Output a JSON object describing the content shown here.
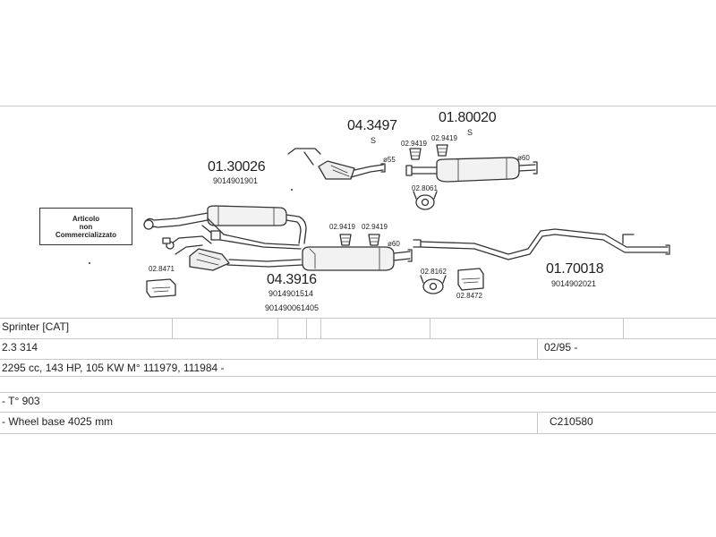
{
  "diagram": {
    "part_numbers": [
      {
        "id": "p01",
        "main": "01.30026",
        "sub": "9014901901"
      },
      {
        "id": "p02",
        "main": "04.3497",
        "sub": "S"
      },
      {
        "id": "p03",
        "main": "01.80020",
        "sub": "S"
      },
      {
        "id": "p04",
        "main": "04.3916",
        "sub": "9014901514",
        "sub2": "901490061405"
      },
      {
        "id": "p05",
        "main": "01.70018",
        "sub": "9014902021"
      }
    ],
    "small_parts": {
      "clamp_a": "02.9419",
      "clamp_b": "02.9419",
      "clamp_c": "02.9419",
      "clamp_d": "02.9419",
      "hanger_a": "02.8061",
      "hanger_b": "02.8162",
      "kit_a": "02.8471",
      "kit_b": "02.8472"
    },
    "diameters": {
      "d55": "ø55",
      "d60a": "ø60",
      "d60b": "ø60"
    },
    "note_box": [
      "Articolo",
      "non",
      "Commercializzato"
    ]
  },
  "table": {
    "rows": [
      {
        "left": "Sprinter  [CAT]",
        "right": ""
      },
      {
        "left": "2.3 314",
        "right": "02/95 -"
      },
      {
        "left": "2295 cc, 143 HP, 105 KW M° 111979, 111984 -",
        "right": ""
      },
      {
        "left": "- T° 903",
        "right": ""
      },
      {
        "left": "- Wheel base 4025 mm",
        "right": "C210580"
      }
    ]
  },
  "colors": {
    "line": "#333333",
    "grid": "#c8c8c8",
    "part_fill": "#f2f2f2"
  }
}
